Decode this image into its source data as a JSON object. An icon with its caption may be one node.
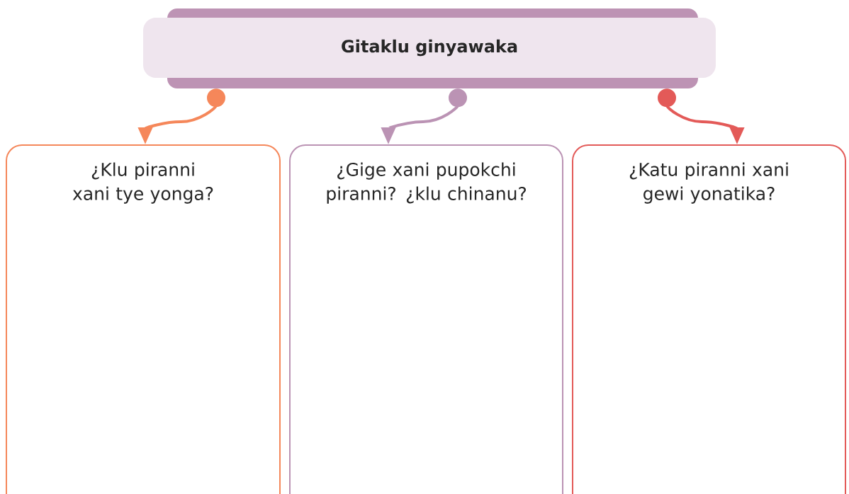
{
  "diagram": {
    "nodes": [
      {
        "text": [
          "Gitaklu ginyawaka"
        ]
      },
      {
        "text": [
          "¿Klu piranni xani tye yonga?"
        ]
      },
      {
        "text": [
          "¿Gige xani pupokchi piranni? ¿klu chinanu?"
        ]
      },
      {
        "text": [
          "¿Katu piranni xani gewi yonatika?"
        ]
      }
    ],
    "edges": [
      {
        "from": 0,
        "to": 1,
        "arrow": "to",
        "color": "#f5875a"
      },
      {
        "from": 0,
        "to": 2,
        "arrow": "to",
        "color": "#bb93b4"
      },
      {
        "from": 0,
        "to": 3,
        "arrow": "to",
        "color": "#e35a58"
      }
    ]
  }
}
